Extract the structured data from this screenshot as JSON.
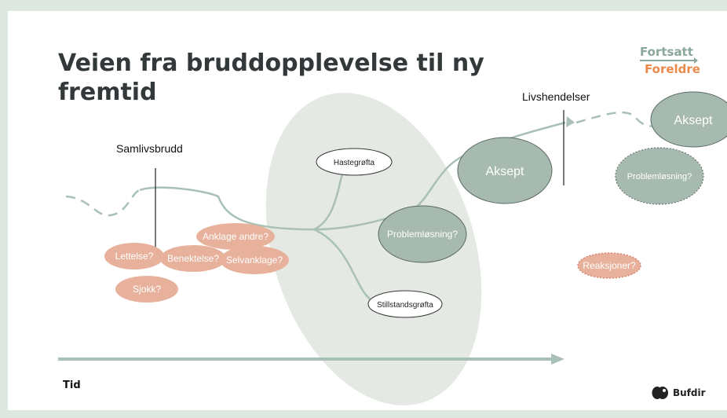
{
  "title": "Veien fra bruddopplevelse til ny fremtid",
  "logo": {
    "top": "Fortsatt",
    "bottom": "Foreldre"
  },
  "labels": {
    "breakup": "Samlivsbrudd",
    "life_events": "Livshendelser",
    "time": "Tid"
  },
  "reactions": [
    {
      "text": "Lettelse?"
    },
    {
      "text": "Benektelse?"
    },
    {
      "text": "Anklage andre?"
    },
    {
      "text": "Selvanklage?"
    },
    {
      "text": "Sjokk?"
    },
    {
      "text": "Reaksjoner?"
    }
  ],
  "paths": {
    "urgent_ditch": "Hastegrøfta",
    "standstill_ditch": "Stillstandsgrøfta"
  },
  "stages": {
    "problem_solving": "Problemløsning?",
    "acceptance": "Aksept",
    "problem_solving_2": "Problemløsning?",
    "acceptance_2": "Aksept"
  },
  "brand": "Bufdir",
  "colors": {
    "reaction_fill": "#e7b19c",
    "stage_fill": "#a7bab0",
    "ellipse_fill": "#e3e8e2",
    "path_stroke": "#a9c0b7"
  }
}
